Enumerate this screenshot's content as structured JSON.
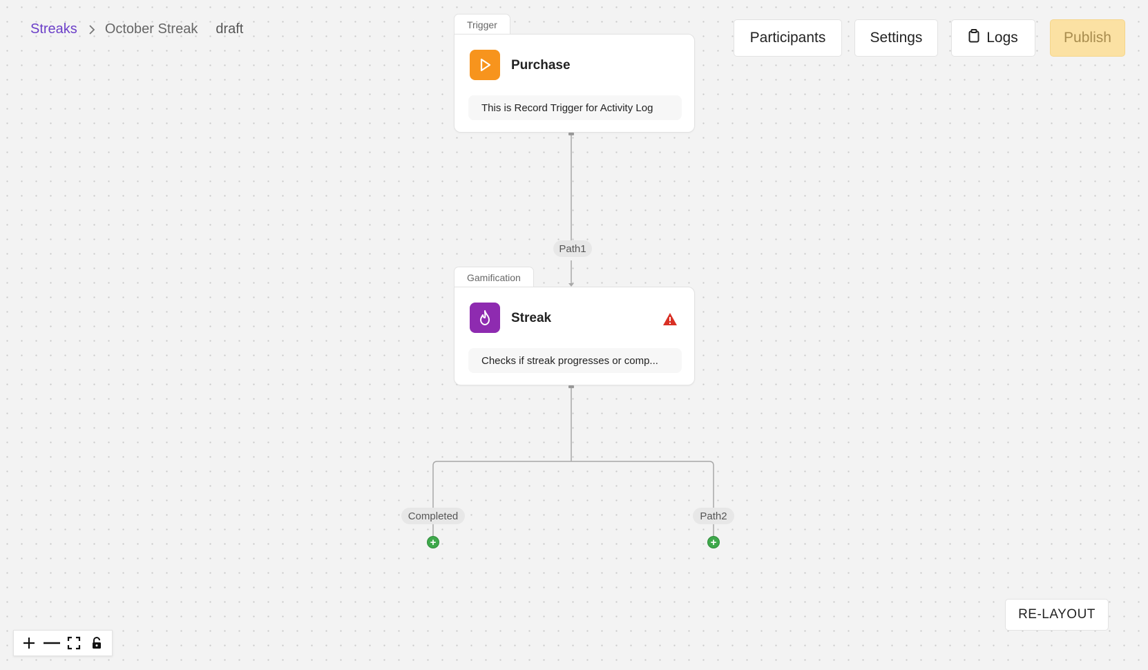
{
  "breadcrumb": {
    "root": "Streaks",
    "current": "October Streak",
    "status": "draft"
  },
  "toolbar": {
    "participants_label": "Participants",
    "settings_label": "Settings",
    "logs_label": "Logs",
    "publish_label": "Publish"
  },
  "nodes": {
    "trigger": {
      "tab": "Trigger",
      "title": "Purchase",
      "description": "This is Record Trigger for Activity Log",
      "icon": "play-icon",
      "color": "#f7941d"
    },
    "gamification": {
      "tab": "Gamification",
      "title": "Streak",
      "description": "Checks if streak progresses or comp...",
      "icon": "flame-icon",
      "color": "#8e2bb0",
      "warning_icon": "warning-icon"
    }
  },
  "edges": {
    "path1": "Path1",
    "completed": "Completed",
    "path2": "Path2"
  },
  "relayout_label": "RE-LAYOUT",
  "colors": {
    "accent": "#6b3fc8",
    "publish": "#fbe1a3",
    "add": "#3ea84b",
    "warning": "#d93025"
  }
}
